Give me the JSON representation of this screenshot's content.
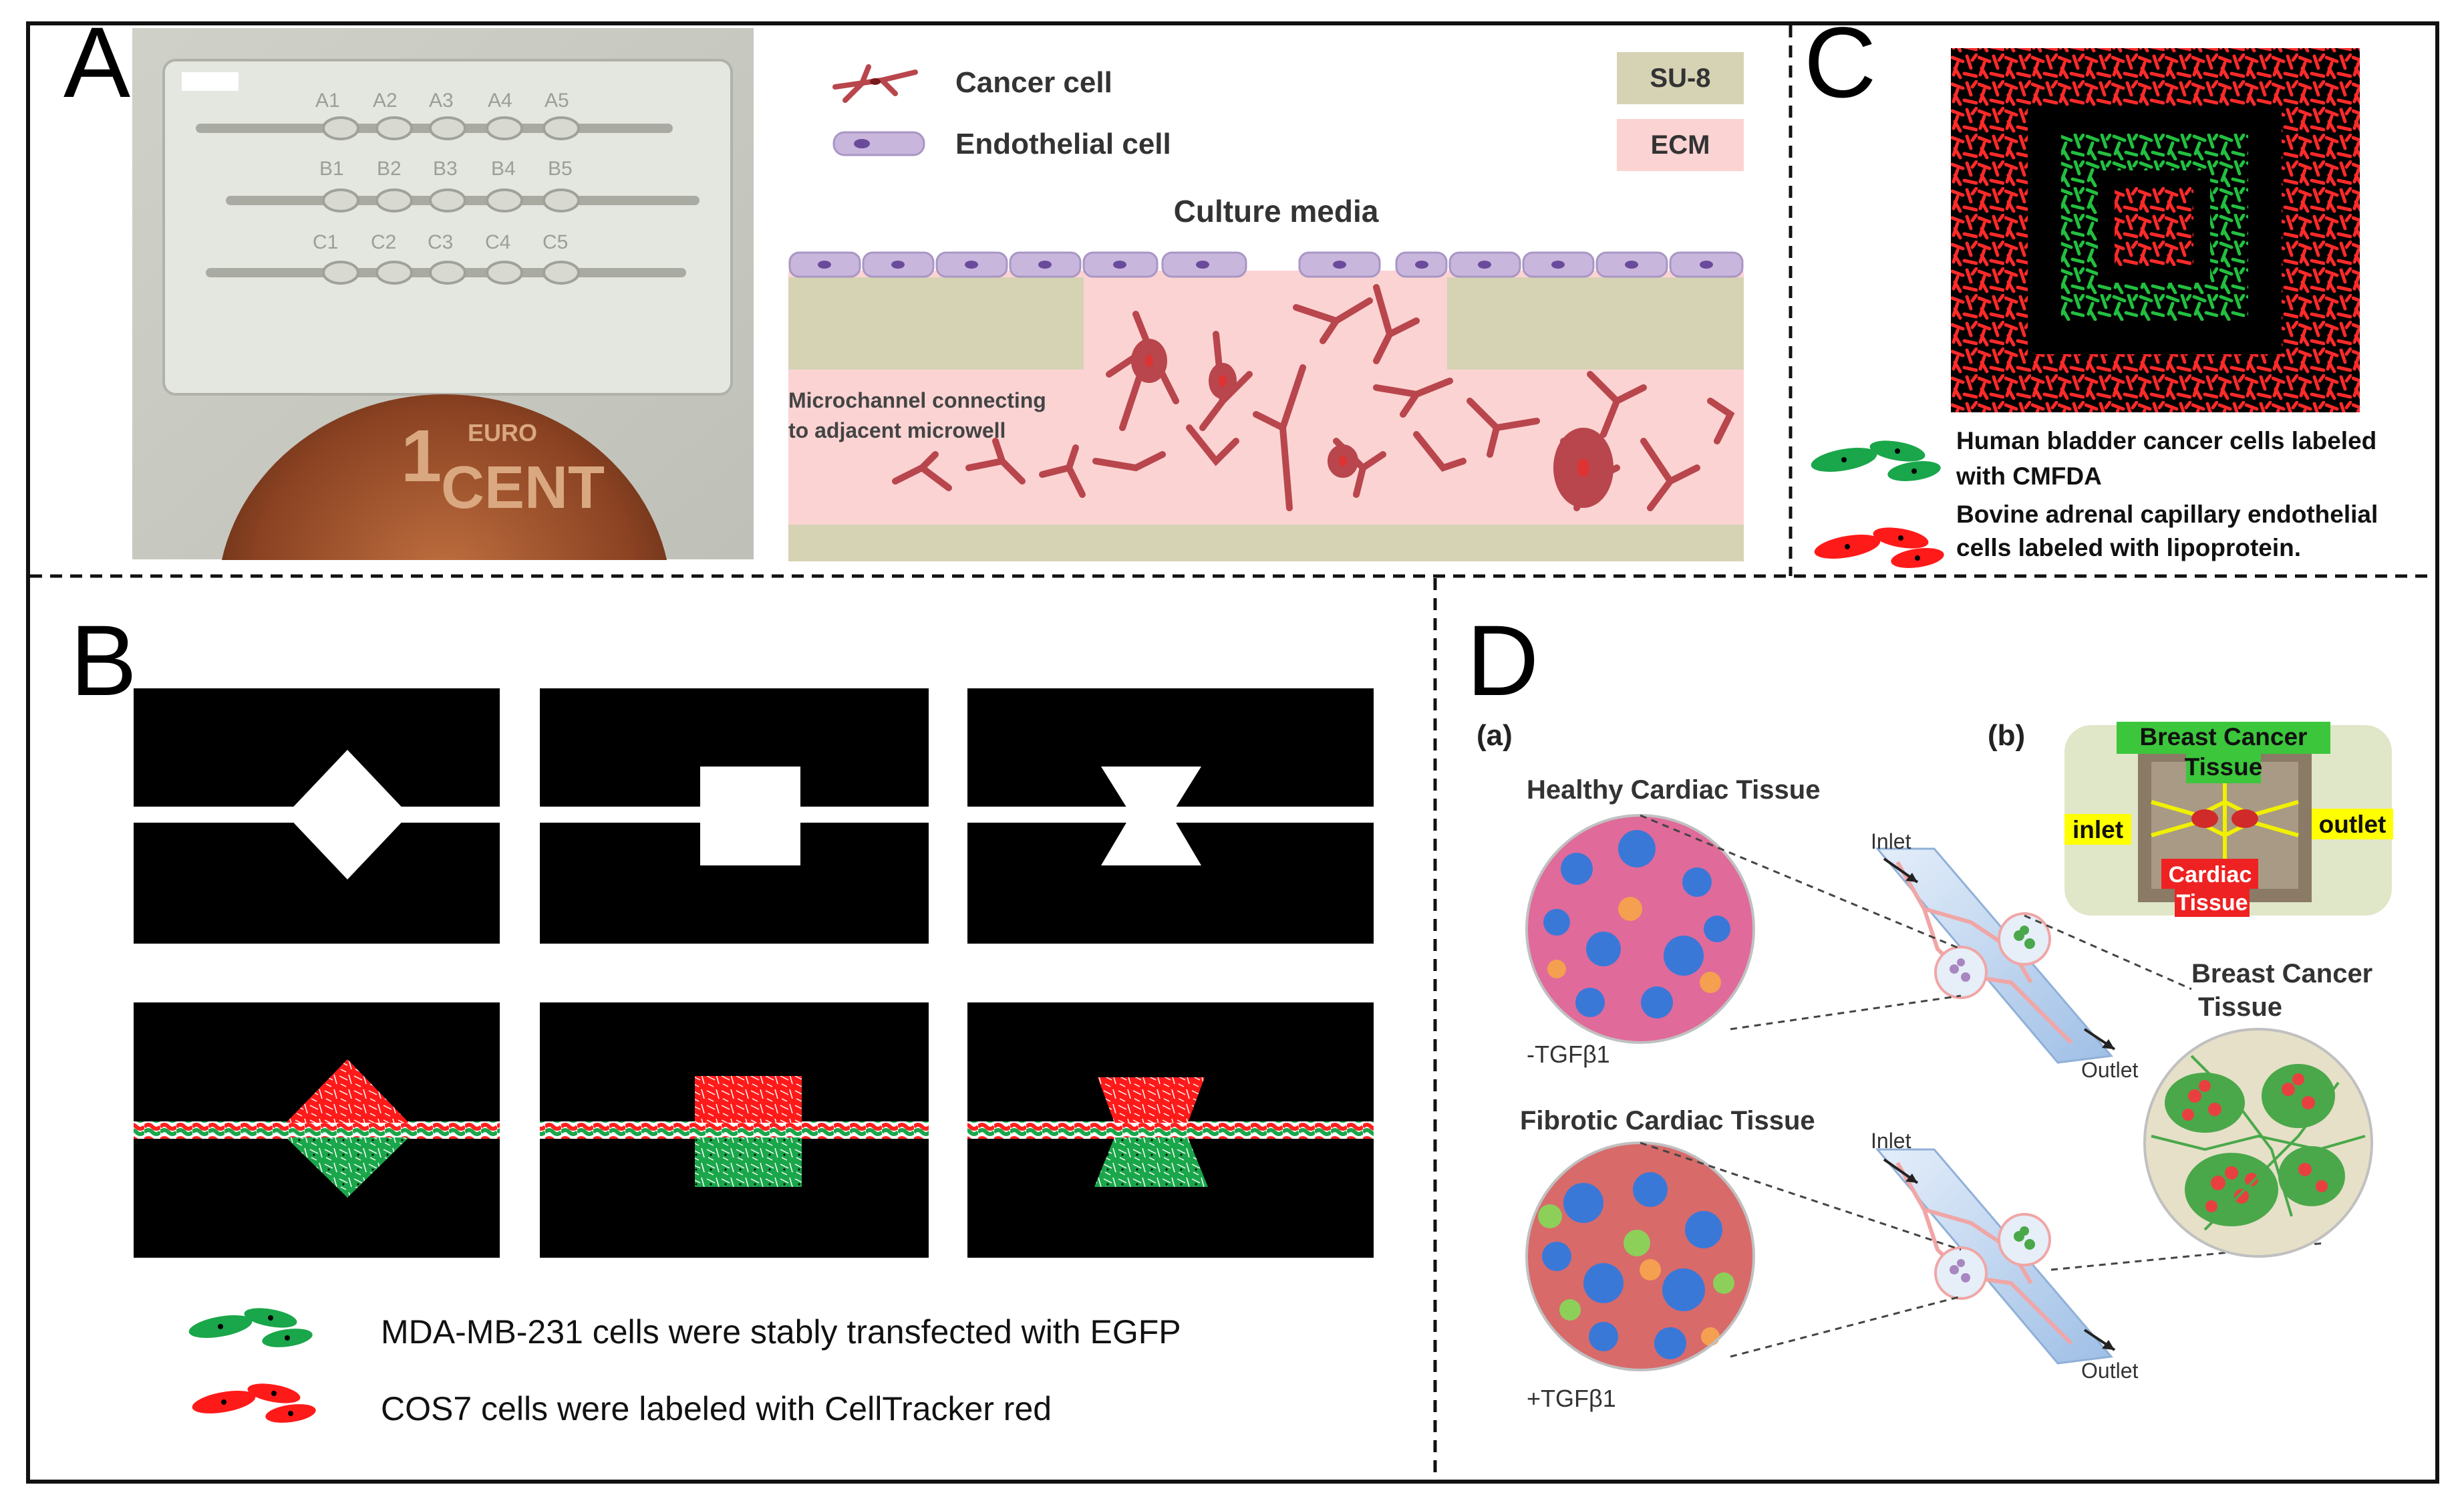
{
  "panels": {
    "a": {
      "letter": "A",
      "chip_labels": {
        "row1": [
          "A1",
          "A2",
          "A3",
          "A4",
          "A5"
        ],
        "row2": [
          "B1",
          "B2",
          "B3",
          "B4",
          "B5"
        ],
        "row3": [
          "C1",
          "C2",
          "C3",
          "C4",
          "C5"
        ]
      },
      "coin_text": {
        "euro": "EURO",
        "cent": "CENT",
        "numeral": "1"
      },
      "legend": {
        "cancer_cell": "Cancer cell",
        "endothelial_cell": "Endothelial cell",
        "su8": "SU-8",
        "ecm": "ECM"
      },
      "culture_media": "Culture media",
      "microchannel_line1": "Microchannel connecting",
      "microchannel_line2": "to adjacent microwell",
      "colors": {
        "su8": "#d6d2b4",
        "ecm": "#fbd3d3",
        "endothelial": "#c9b6dd",
        "cancer": "#b8464c"
      }
    },
    "b": {
      "letter": "B",
      "legend_green": "MDA-MB-231 cells were stably transfected with EGFP",
      "legend_red": "COS7 cells were labeled with CellTracker red",
      "colors": {
        "green": "#1aa64a",
        "red": "#ff2020"
      }
    },
    "c": {
      "letter": "C",
      "legend_green_line1": "Human bladder cancer cells labeled",
      "legend_green_line2": "with CMFDA",
      "legend_red_line1": "Bovine adrenal capillary endothelial",
      "legend_red_line2": "cells labeled with lipoprotein."
    },
    "d": {
      "letter": "D",
      "sub_a": "(a)",
      "sub_b": "(b)",
      "healthy": "Healthy Cardiac Tissue",
      "fibrotic": "Fibrotic Cardiac Tissue",
      "minus_tgf": "-TGFβ1",
      "plus_tgf": "+TGFβ1",
      "inlet": "Inlet",
      "outlet": "Outlet",
      "breast_cancer_line1": "Breast Cancer",
      "breast_cancer_line2": "Tissue",
      "photo_title_line1": "Breast Cancer",
      "photo_title_line2": "Tissue",
      "photo_inlet": "inlet",
      "photo_outlet": "outlet",
      "photo_cardiac_line1": "Cardiac",
      "photo_cardiac_line2": "Tissue",
      "colors": {
        "label_green": "#3cc63c",
        "label_yellow": "#ffff00",
        "label_red": "#ee2222",
        "chip_blue": "#bcd4ef"
      }
    }
  }
}
